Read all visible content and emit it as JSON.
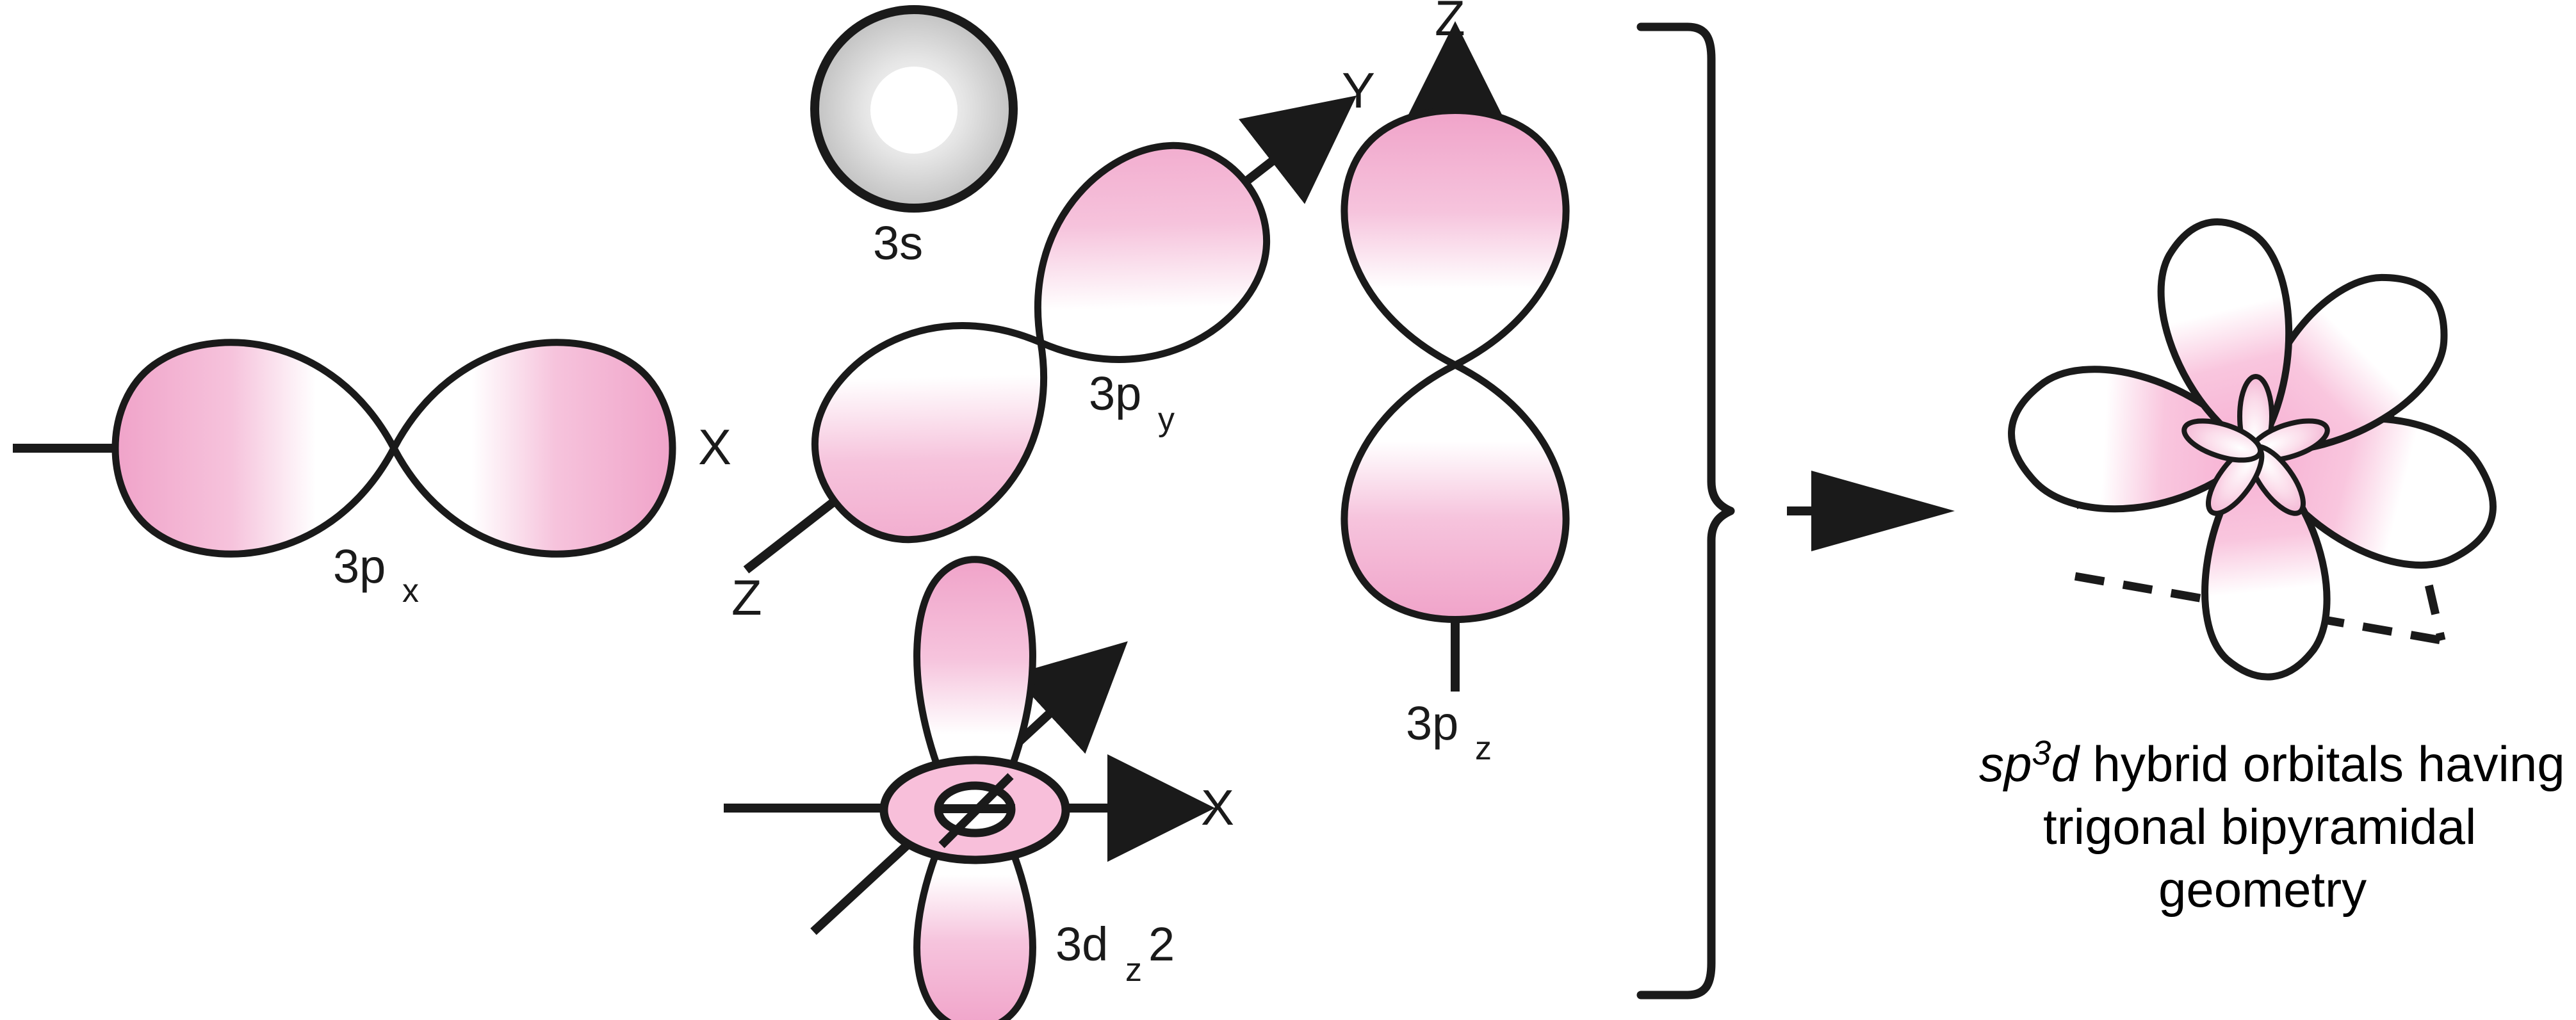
{
  "figure": {
    "title": "Formation of sp3d hybrid orbitals",
    "background_color": "#ffffff",
    "outline_color": "#1a1a1a",
    "orbital_pink": "#f2a8cc",
    "orbital_pink_light": "#f9d3e4",
    "orbital_gray": "#c9c9c9"
  },
  "orbitals": {
    "s": {
      "label": "3s",
      "shape": "sphere-annulus",
      "color": "#c9c9c9"
    },
    "px": {
      "label_base": "3p",
      "label_sub": "x",
      "axis_label": "X",
      "shape": "dumbbell-horizontal"
    },
    "py": {
      "label_base": "3p",
      "label_sub": "y",
      "axis_label_primary": "Y",
      "axis_label_secondary": "Z",
      "shape": "dumbbell-diagonal"
    },
    "pz": {
      "label_base": "3p",
      "label_sub": "z",
      "axis_label": "Z",
      "shape": "dumbbell-vertical"
    },
    "dz2": {
      "label_base": "3d",
      "label_sub": "z",
      "label_tail": "2",
      "axis_label": "X",
      "shape": "dumbbell-with-torus"
    }
  },
  "transform": {
    "brace": "}",
    "arrow": "→"
  },
  "result": {
    "caption_line1_italic": "sp",
    "caption_line1_sup": "3",
    "caption_line1_italic2": "d",
    "caption_line1_rest": " hybrid orbitals having",
    "caption_line2": "trigonal bipyramidal",
    "caption_line3": "geometry",
    "lobe_count": 5,
    "geometry": "trigonal bipyramidal"
  }
}
